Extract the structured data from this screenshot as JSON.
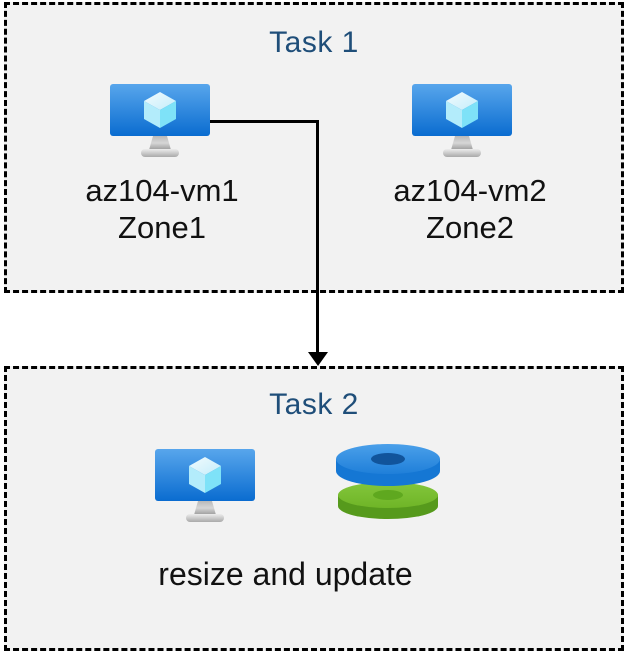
{
  "task1": {
    "title": "Task 1",
    "vms": [
      {
        "name": "az104-vm1",
        "zone": "Zone1"
      },
      {
        "name": "az104-vm2",
        "zone": "Zone2"
      }
    ]
  },
  "task2": {
    "title": "Task 2",
    "caption": "resize and update"
  },
  "icons": {
    "vm": "virtual-machine-icon",
    "disks": "disks-icon",
    "arrow": "down-arrow-connector"
  },
  "colors": {
    "title_text": "#1F4E79",
    "label_text": "#111111",
    "box_background": "#F2F2F2",
    "box_border": "#000000",
    "vm_screen_top": "#58A6EC",
    "vm_screen_bottom": "#0A6CD0",
    "cube_light": "#DDF4FC",
    "cube_cyan": "#7EE2F8",
    "disk_blue_top": "#2F8DE4",
    "disk_blue_rim": "#1577D4",
    "disk_blue_hole": "#11549B",
    "disk_green_top": "#77BD2F",
    "disk_green_rim": "#569A1C",
    "disk_green_hole": "#5FA81F"
  }
}
